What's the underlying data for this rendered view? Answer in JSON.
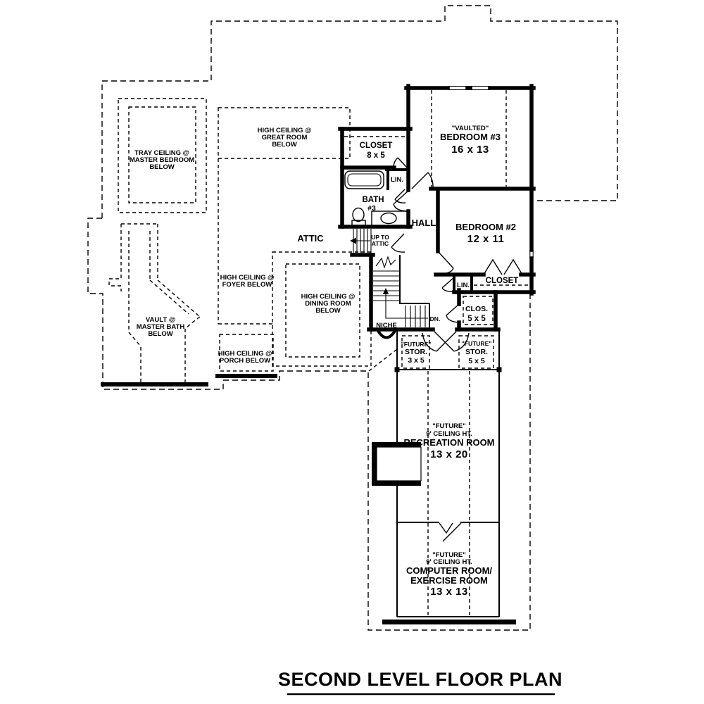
{
  "page": {
    "title": "SECOND LEVEL FLOOR PLAN"
  },
  "colors": {
    "ink": "#000000",
    "paper": "#ffffff"
  },
  "labels": {
    "tray": [
      "TRAY CEILING @",
      "MASTER BEDROOM",
      "BELOW"
    ],
    "great": [
      "HIGH CEILING @",
      "GREAT ROOM",
      "BELOW"
    ],
    "closet8": [
      "CLOSET",
      "8 x 5"
    ],
    "bedroom3": [
      "\"VAULTED\"",
      "BEDROOM #3",
      "16 x 13"
    ],
    "lin_upper": "LIN.",
    "bath3": [
      "BATH",
      "#3"
    ],
    "hall": "HALL",
    "bedroom2": [
      "BEDROOM #2",
      "12 x 11"
    ],
    "attic": "ATTIC",
    "up_to_attic": [
      "UP TO",
      "ATTIC"
    ],
    "foyer": [
      "HIGH CEILING @",
      "FOYER BELOW"
    ],
    "dining": [
      "HIGH CEILING @",
      "DINING ROOM",
      "BELOW"
    ],
    "porch": [
      "HIGH CEILING @",
      "PORCH BELOW"
    ],
    "vault": [
      "VAULT @",
      "MASTER BATH",
      "BELOW"
    ],
    "niche": "NICHE",
    "dn": "DN.",
    "lin_lower": "LIN.",
    "closet2": "CLOSET",
    "clos5": [
      "CLOS.",
      "5 x 5"
    ],
    "stor3": [
      "\"FUTURE\"",
      "STOR.",
      "3 x 5"
    ],
    "stor5": [
      "\"FUTURE\"",
      "STOR.",
      "5 x 5"
    ],
    "rec": [
      "\"FUTURE\"",
      "9' CEILING HT.",
      "RECREATION ROOM",
      "13 x 20"
    ],
    "comp": [
      "\"FUTURE\"",
      "9' CEILING HT.",
      "COMPUTER ROOM/",
      "EXERCISE ROOM",
      "13 x 13"
    ]
  }
}
